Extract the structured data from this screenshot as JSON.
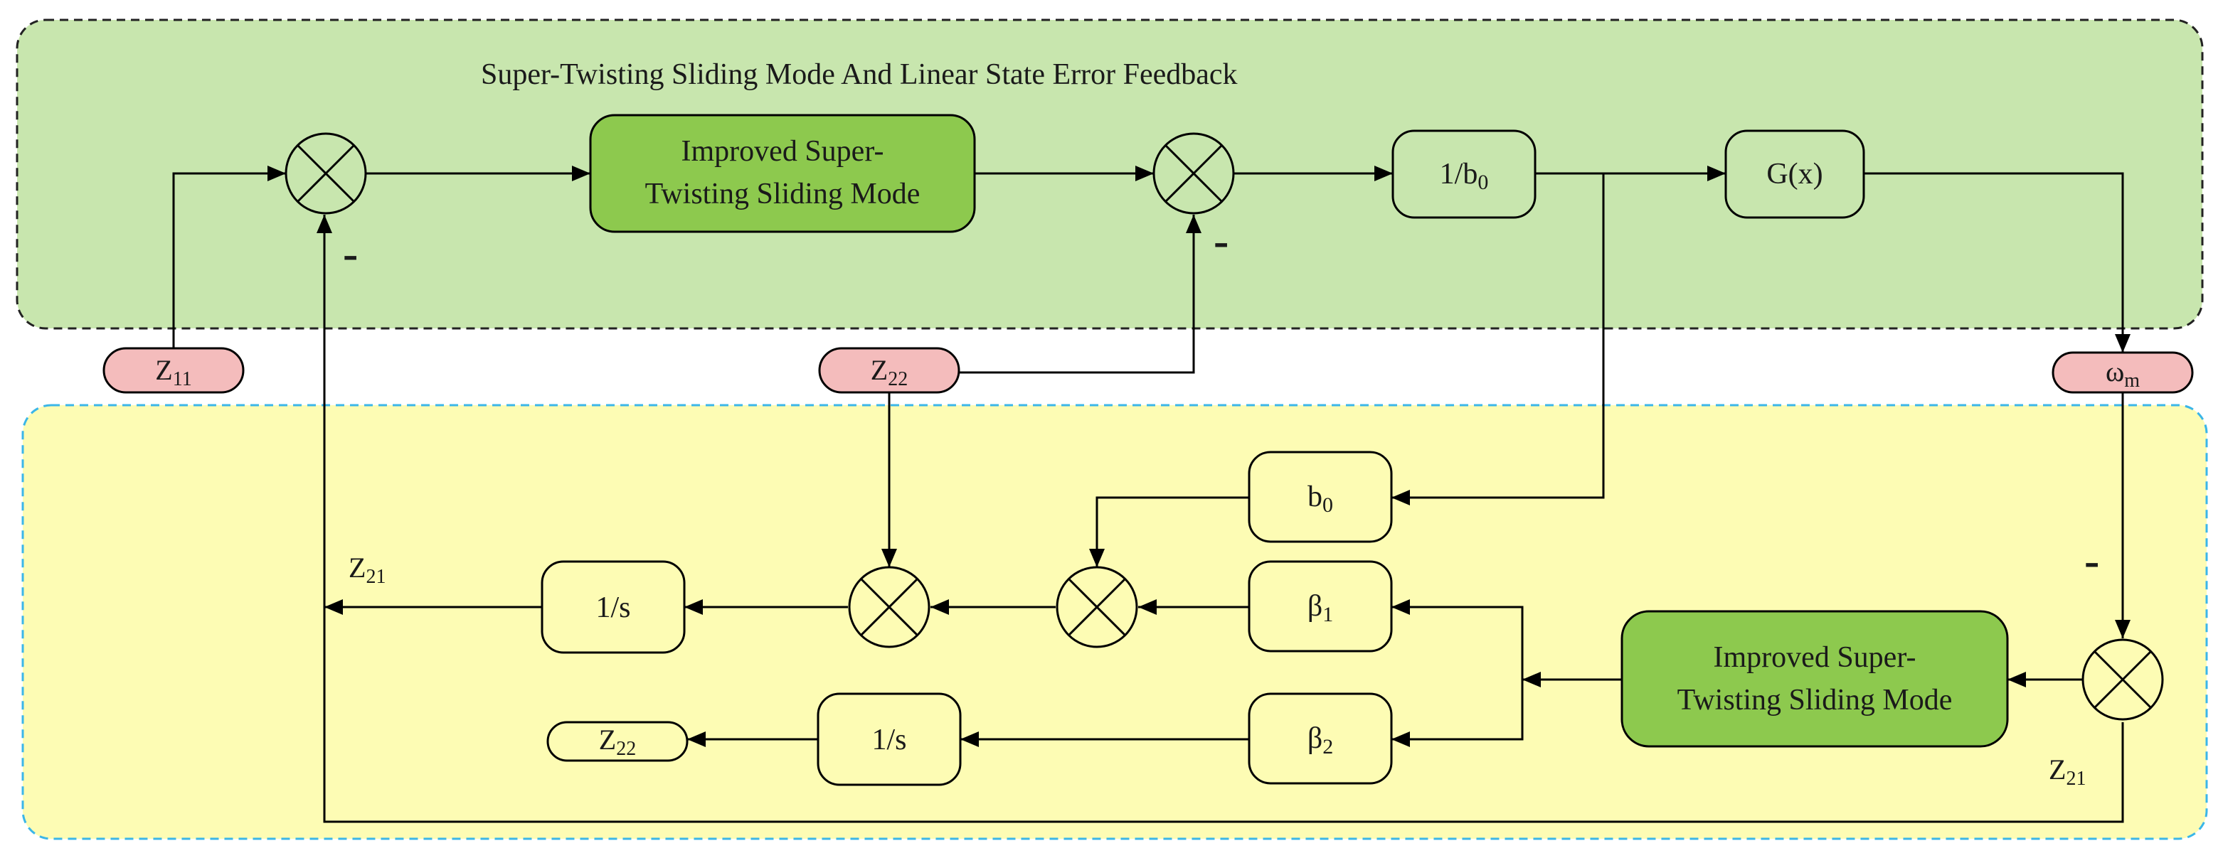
{
  "title": "Super-Twisting Sliding Mode And Linear State Error Feedback",
  "colors": {
    "top_panel": "#c8e6ae",
    "bottom_panel": "#fdfcb4",
    "controller_block": "#8dc94e",
    "signal_tag": "#f4bcbc",
    "yellow_block": "#fdfcb4",
    "top_panel_border": "#222222",
    "bottom_panel_border": "#3bb6e8",
    "line": "#000000"
  },
  "blocks": {
    "controller_top": [
      "Improved Super-",
      "Twisting Sliding Mode"
    ],
    "controller_bottom": [
      "Improved Super-",
      "Twisting Sliding Mode"
    ],
    "inv_b0": {
      "main": "1/b",
      "sub": "0"
    },
    "gx": "G(x)",
    "b0": {
      "main": "b",
      "sub": "0"
    },
    "beta1": {
      "main": "β",
      "sub": "1"
    },
    "beta2": {
      "main": "β",
      "sub": "2"
    },
    "integrator1": "1/s",
    "integrator2": "1/s"
  },
  "tags": {
    "z11": {
      "main": "Z",
      "sub": "11"
    },
    "z22_top": {
      "main": "Z",
      "sub": "22"
    },
    "omega_m": {
      "main": "ω",
      "sub": "m"
    },
    "z22_out": {
      "main": "Z",
      "sub": "22"
    }
  },
  "labels": {
    "z21_left": {
      "main": "Z",
      "sub": "21"
    },
    "z21_right": {
      "main": "Z",
      "sub": "21"
    }
  },
  "signs": {
    "minus_sum1": "-",
    "minus_sum2": "-",
    "minus_eso": "-"
  },
  "icons": {
    "summing_junction": "circle-with-x-icon",
    "arrow": "arrowhead-icon"
  }
}
